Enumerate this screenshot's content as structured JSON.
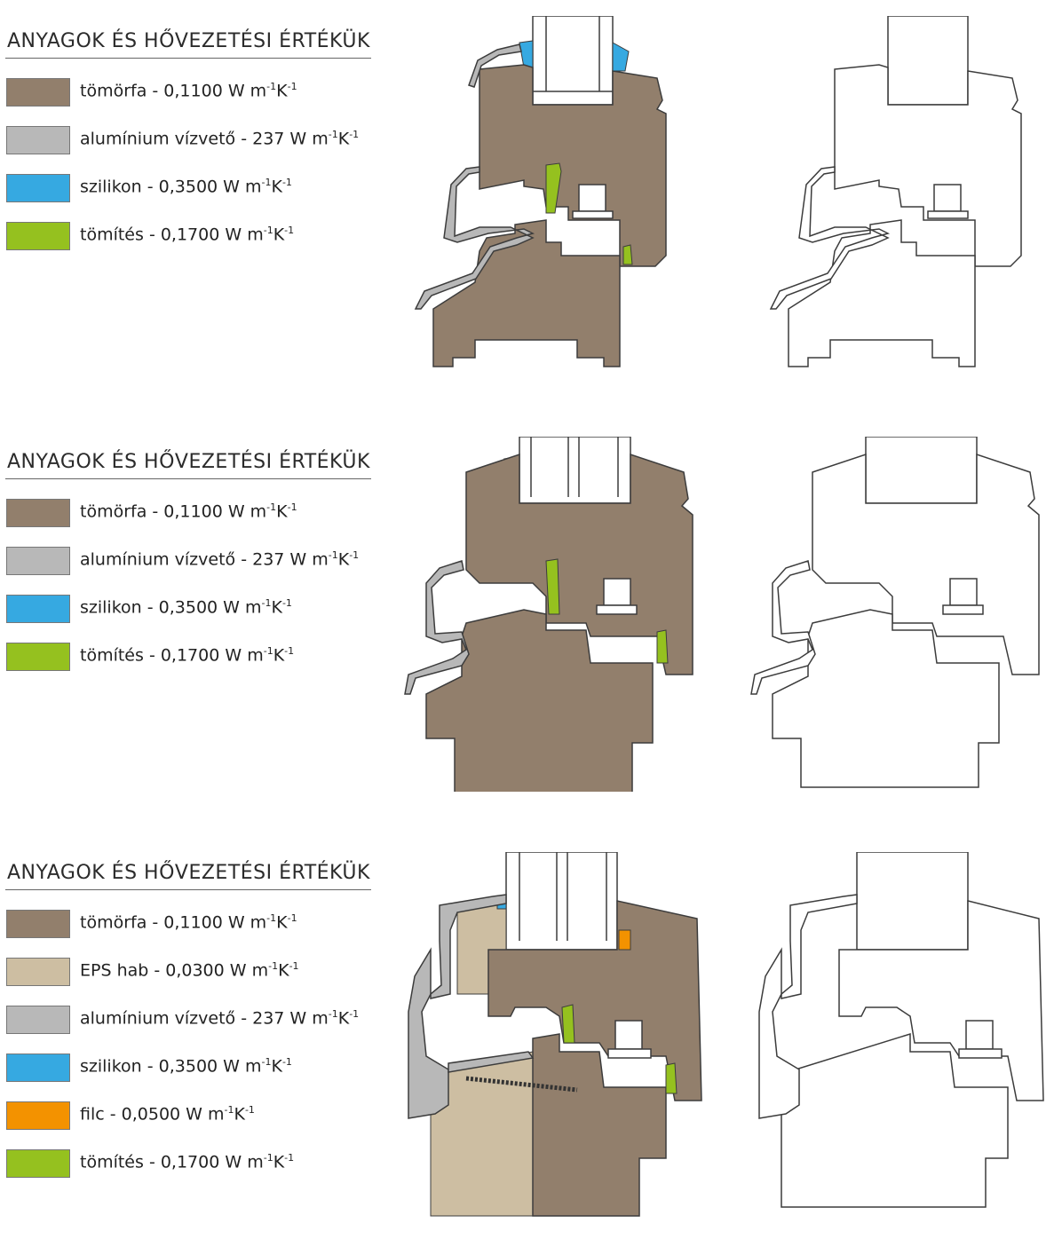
{
  "colors": {
    "tomorfa": "#927f6c",
    "eps": "#cdbea2",
    "aluminium": "#b8b8b8",
    "szilikon": "#36a9e1",
    "filc": "#f39200",
    "tomites": "#95c11f",
    "outline": "#3c3c3c"
  },
  "sections": [
    {
      "title": "ANYAGOK ÉS HŐVEZETÉSI ÉRTÉKÜK",
      "legend": [
        {
          "material": "tomorfa",
          "name": "tömörfa",
          "value": "0,1100",
          "unit_prefix": "W m",
          "unit_mid": "K"
        },
        {
          "material": "aluminium",
          "name": "alumínium vízvető",
          "value": "237",
          "unit_prefix": "W m",
          "unit_mid": "K"
        },
        {
          "material": "szilikon",
          "name": "szilikon",
          "value": "0,3500",
          "unit_prefix": "W m",
          "unit_mid": "K"
        },
        {
          "material": "tomites",
          "name": "tömítés",
          "value": "0,1700",
          "unit_prefix": "W m",
          "unit_mid": "K"
        }
      ]
    },
    {
      "title": "ANYAGOK ÉS HŐVEZETÉSI ÉRTÉKÜK",
      "legend": [
        {
          "material": "tomorfa",
          "name": "tömörfa",
          "value": "0,1100",
          "unit_prefix": "W m",
          "unit_mid": "K"
        },
        {
          "material": "aluminium",
          "name": "alumínium vízvető",
          "value": "237",
          "unit_prefix": "W m",
          "unit_mid": "K"
        },
        {
          "material": "szilikon",
          "name": "szilikon",
          "value": "0,3500",
          "unit_prefix": "W m",
          "unit_mid": "K"
        },
        {
          "material": "tomites",
          "name": "tömítés",
          "value": "0,1700",
          "unit_prefix": "W m",
          "unit_mid": "K"
        }
      ]
    },
    {
      "title": "ANYAGOK ÉS HŐVEZETÉSI ÉRTÉKÜK",
      "legend": [
        {
          "material": "tomorfa",
          "name": "tömörfa",
          "value": "0,1100",
          "unit_prefix": "W m",
          "unit_mid": "K"
        },
        {
          "material": "eps",
          "name": "EPS hab",
          "value": "0,0300",
          "unit_prefix": "W m",
          "unit_mid": "K"
        },
        {
          "material": "aluminium",
          "name": "alumínium vízvető",
          "value": "237",
          "unit_prefix": "W m",
          "unit_mid": "K"
        },
        {
          "material": "szilikon",
          "name": "szilikon",
          "value": "0,3500",
          "unit_prefix": "W m",
          "unit_mid": "K"
        },
        {
          "material": "filc",
          "name": "filc",
          "value": "0,0500",
          "unit_prefix": "W m",
          "unit_mid": "K"
        },
        {
          "material": "tomites",
          "name": "tömítés",
          "value": "0,1700",
          "unit_prefix": "W m",
          "unit_mid": "K"
        }
      ]
    }
  ],
  "superscript": "-1",
  "separator": " - "
}
